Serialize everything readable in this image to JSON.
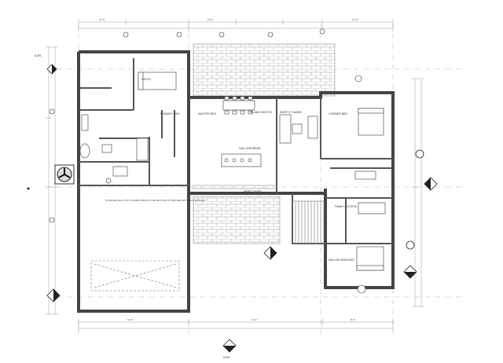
{
  "rooms": {
    "decky": "DECKY",
    "primary_bed": "PRIMARY BED",
    "master_bed": "MASTER BED",
    "living": "HALL-RECREAR",
    "kitchen_island": "ISLAND SWITCH",
    "kitchen_sf": "SAFETY GUARD",
    "corner_bed": "CORNER BED",
    "willow_dresser": "WILLOW DRESSER",
    "family": "FAMILY ACCESS",
    "garage_note": "STORAGE WALL WITH LOWER GRATE TO BE SETTLED & STEP BELOW TO FOYER RAMP",
    "safety_glass": "SAFETY GLASS",
    "safety_guard_2": "SAFETY GUARD"
  },
  "tags": {
    "a_301": "A-301",
    "a_201": "A-201"
  },
  "dims": {
    "d1": "12'-0\"",
    "d2": "13'-6\"",
    "d3": "14'-0\"",
    "d4": "10'-6\"",
    "d5": "11'-4\"",
    "d6": "8'-0\""
  }
}
